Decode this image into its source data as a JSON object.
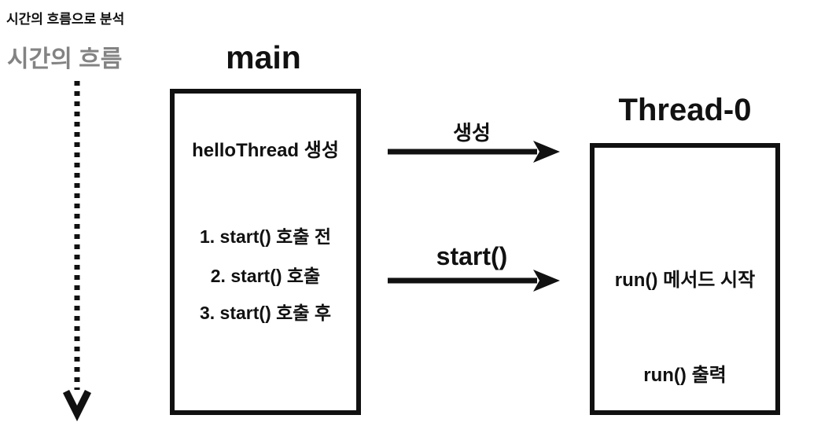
{
  "annotation": "시간의 흐름으로 분석",
  "time_axis": {
    "label": "시간의 흐름",
    "direction": "down",
    "style": "dotted-arrow"
  },
  "main_lifeline": {
    "title": "main",
    "events": [
      "helloThread 생성",
      "1. start() 호출 전",
      "2. start() 호출",
      "3. start() 호출 후"
    ]
  },
  "thread_lifeline": {
    "title": "Thread-0",
    "events": [
      "run() 메서드 시작",
      "run() 출력"
    ]
  },
  "messages": [
    {
      "label": "생성",
      "from": "main",
      "to": "Thread-0"
    },
    {
      "label": "start()",
      "from": "main",
      "to": "Thread-0"
    }
  ],
  "colors": {
    "ink": "#111111",
    "muted_gray": "#838383",
    "background": "#ffffff"
  }
}
